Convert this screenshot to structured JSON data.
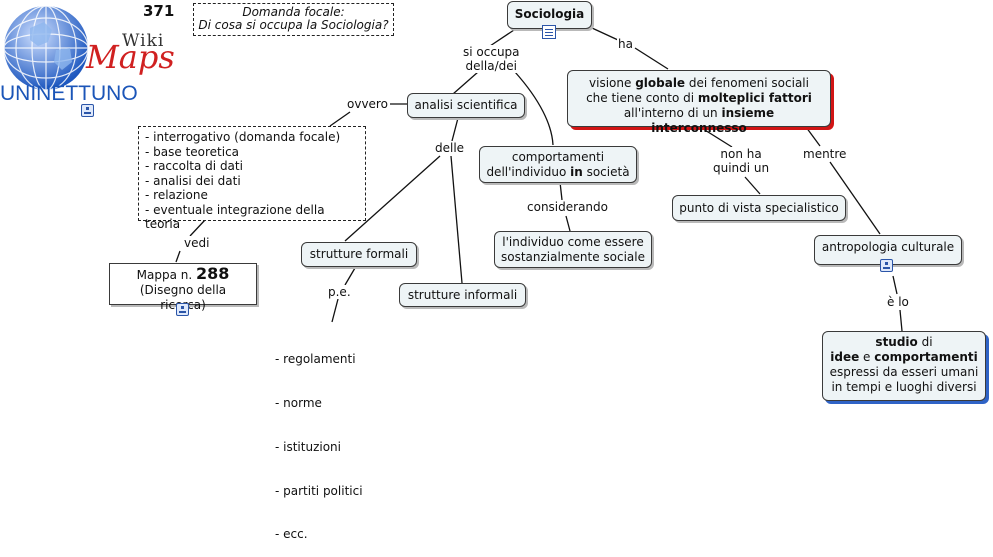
{
  "header": {
    "map_number": "371",
    "logo_wiki": "Wiki",
    "logo_maps": "Maps",
    "logo_org": "UNINETTUNO",
    "focal_question_line1": "Domanda focale:",
    "focal_question_line2": "Di cosa si occupa la Sociologia?"
  },
  "nodes": {
    "root": "Sociologia",
    "visione_l1_a": "visione ",
    "visione_l1_b": "globale",
    "visione_l1_c": " dei fenomeni sociali",
    "visione_l2_a": "che tiene conto di ",
    "visione_l2_b": "molteplici fattori",
    "visione_l3_a": "all'interno di un ",
    "visione_l3_b": "insieme interconnesso",
    "analisi": "analisi scientifica",
    "comportamenti_l1": "comportamenti",
    "comportamenti_l2_a": "dell'individuo ",
    "comportamenti_l2_b": "in",
    "comportamenti_l2_c": " società",
    "individuo_l1": "l'individuo come essere",
    "individuo_l2": "sostanzialmente sociale",
    "punto_vista": "punto di vista specialistico",
    "antropologia": "antropologia culturale",
    "studio_l1_a": "studio",
    "studio_l1_b": " di",
    "studio_l2_a": "idee",
    "studio_l2_b": " e ",
    "studio_l2_c": "comportamenti",
    "studio_l3": "espressi da esseri umani",
    "studio_l4": "in tempi e luoghi diversi",
    "strutture_formali": "strutture formali",
    "strutture_informali": "strutture informali",
    "mappa_label": "Mappa n. ",
    "mappa_number": "288",
    "mappa_sub": "(Disegno della ricerca)"
  },
  "lists": {
    "metodo": [
      "- interrogativo (domanda focale)",
      "- base teoretica",
      "- raccolta di dati",
      "- analisi dei dati",
      "- relazione",
      "- eventuale integrazione della teoria"
    ],
    "esempi": [
      "- regolamenti",
      "- norme",
      "- istituzioni",
      "- partiti politici",
      "- ecc."
    ]
  },
  "links": {
    "si_occupa_l1": "si occupa",
    "si_occupa_l2": "della/dei",
    "ha": "ha",
    "ovvero": "ovvero",
    "delle": "delle",
    "considerando": "considerando",
    "non_ha_l1": "non ha",
    "non_ha_l2": "quindi un",
    "mentre": "mentre",
    "e_lo": "è lo",
    "vedi": "vedi",
    "pe": "p.e."
  },
  "colors": {
    "node_fill": "#eef4f6",
    "accent_red": "#d11515",
    "accent_blue": "#2f63c6",
    "logo_blue": "#1b55b8",
    "logo_red": "#d02020"
  },
  "icons": [
    "globe-logo-icon",
    "concept-map-icon",
    "note-icon"
  ]
}
